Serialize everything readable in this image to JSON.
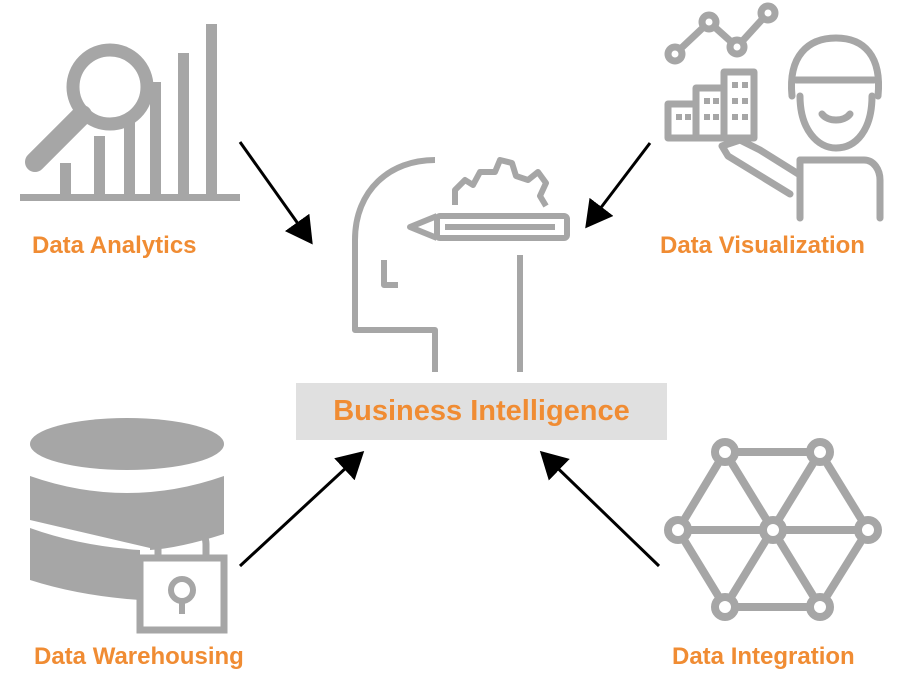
{
  "diagram": {
    "center": {
      "label": "Business Intelligence"
    },
    "nodes": [
      {
        "id": "analytics",
        "label": "Data Analytics",
        "icon": "analytics-magnifier-bars-icon"
      },
      {
        "id": "visualization",
        "label": "Data Visualization",
        "icon": "person-presenting-chart-icon"
      },
      {
        "id": "warehousing",
        "label": "Data Warehousing",
        "icon": "database-lock-icon"
      },
      {
        "id": "integration",
        "label": "Data Integration",
        "icon": "network-hexagon-icon"
      }
    ],
    "center_icon": "head-gear-pencil-icon"
  },
  "colors": {
    "label": "#F08C33",
    "icon": "#A6A6A6",
    "arrow": "#000000",
    "center_box": "#E0E0E0"
  }
}
